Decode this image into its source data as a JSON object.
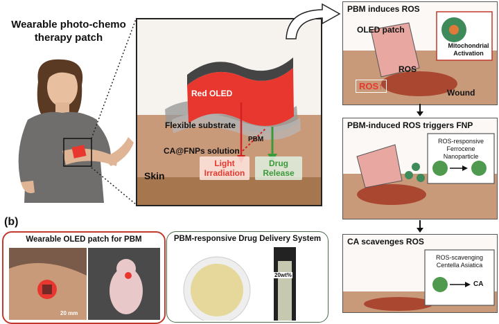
{
  "title_main": "Wearable photo-chemo therapy patch",
  "zoom_panel": {
    "red_oled": "Red OLED",
    "flexible_substrate": "Flexible substrate",
    "ca_fnps": "CA@FNPs solution",
    "pbm": "PBM",
    "skin": "Skin",
    "light_irradiation": "Light Irradiation",
    "drug_release": "Drug Release"
  },
  "step1": {
    "title": "PBM induces ROS",
    "oled_patch": "OLED patch",
    "mitochondrial": "Mitochondrial Activation",
    "ros": "ROS",
    "ros_up": "ROS↑",
    "wound": "Wound"
  },
  "step2": {
    "title": "PBM-induced ROS triggers FNP",
    "inset_line1": "ROS-responsive",
    "inset_line2": "Ferrocene Nanoparticle"
  },
  "step3": {
    "title": "CA scavenges ROS",
    "inset_line1": "ROS-scavenging",
    "inset_line2": "Centella Asiatica",
    "ca": "CA"
  },
  "panel_b": {
    "label": "(b)",
    "left_title": "Wearable OLED patch for PBM",
    "scale": "20 mm",
    "right_title": "PBM-responsive Drug Delivery System",
    "vial": "20wt%"
  },
  "colors": {
    "red": "#e8372f",
    "green": "#3a9a3a",
    "skin": "#c99a7a"
  }
}
